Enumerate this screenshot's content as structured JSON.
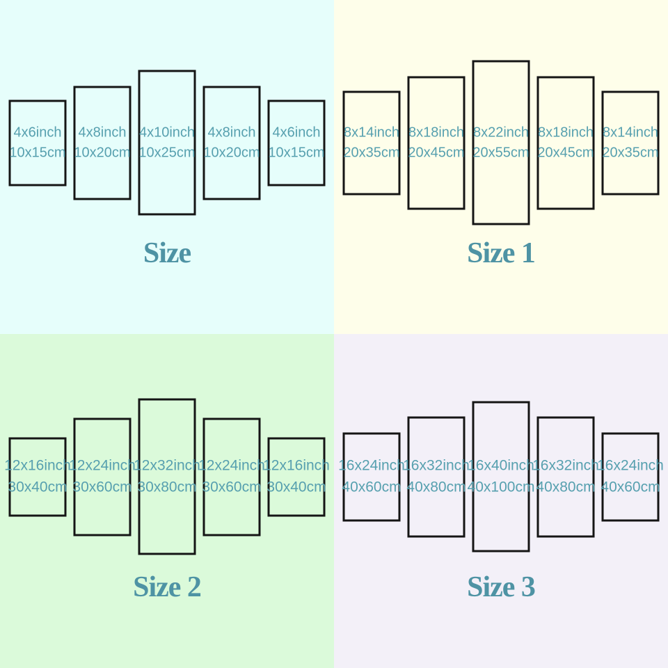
{
  "colors": {
    "label_text": "#57A0AF",
    "title_text": "#4E93A4",
    "panel_border": "#151515",
    "quadrant_backgrounds": [
      "#E6FEFB",
      "#FEFEEA",
      "#DBFADA",
      "#F3F0F8"
    ]
  },
  "quadrants": [
    {
      "title": "Size",
      "bg": "#E6FEFB",
      "panels": [
        {
          "inch": "4x6inch",
          "cm": "10x15cm"
        },
        {
          "inch": "4x8inch",
          "cm": "10x20cm"
        },
        {
          "inch": "4x10inch",
          "cm": "10x25cm"
        },
        {
          "inch": "4x8inch",
          "cm": "10x20cm"
        },
        {
          "inch": "4x6inch",
          "cm": "10x15cm"
        }
      ]
    },
    {
      "title": "Size 1",
      "bg": "#FEFEEA",
      "panels": [
        {
          "inch": "8x14inch",
          "cm": "20x35cm"
        },
        {
          "inch": "8x18inch",
          "cm": "20x45cm"
        },
        {
          "inch": "8x22inch",
          "cm": "20x55cm"
        },
        {
          "inch": "8x18inch",
          "cm": "20x45cm"
        },
        {
          "inch": "8x14inch",
          "cm": "20x35cm"
        }
      ]
    },
    {
      "title": "Size 2",
      "bg": "#DBFADA",
      "panels": [
        {
          "inch": "12x16inch",
          "cm": "30x40cm"
        },
        {
          "inch": "12x24inch",
          "cm": "30x60cm"
        },
        {
          "inch": "12x32inch",
          "cm": "30x80cm"
        },
        {
          "inch": "12x24inch",
          "cm": "30x60cm"
        },
        {
          "inch": "12x16inch",
          "cm": "30x40cm"
        }
      ]
    },
    {
      "title": "Size 3",
      "bg": "#F3F0F8",
      "panels": [
        {
          "inch": "16x24inch",
          "cm": "40x60cm"
        },
        {
          "inch": "16x32inch",
          "cm": "40x80cm"
        },
        {
          "inch": "16x40inch",
          "cm": "40x100cm"
        },
        {
          "inch": "16x32inch",
          "cm": "40x80cm"
        },
        {
          "inch": "16x24inch",
          "cm": "40x60cm"
        }
      ]
    }
  ]
}
